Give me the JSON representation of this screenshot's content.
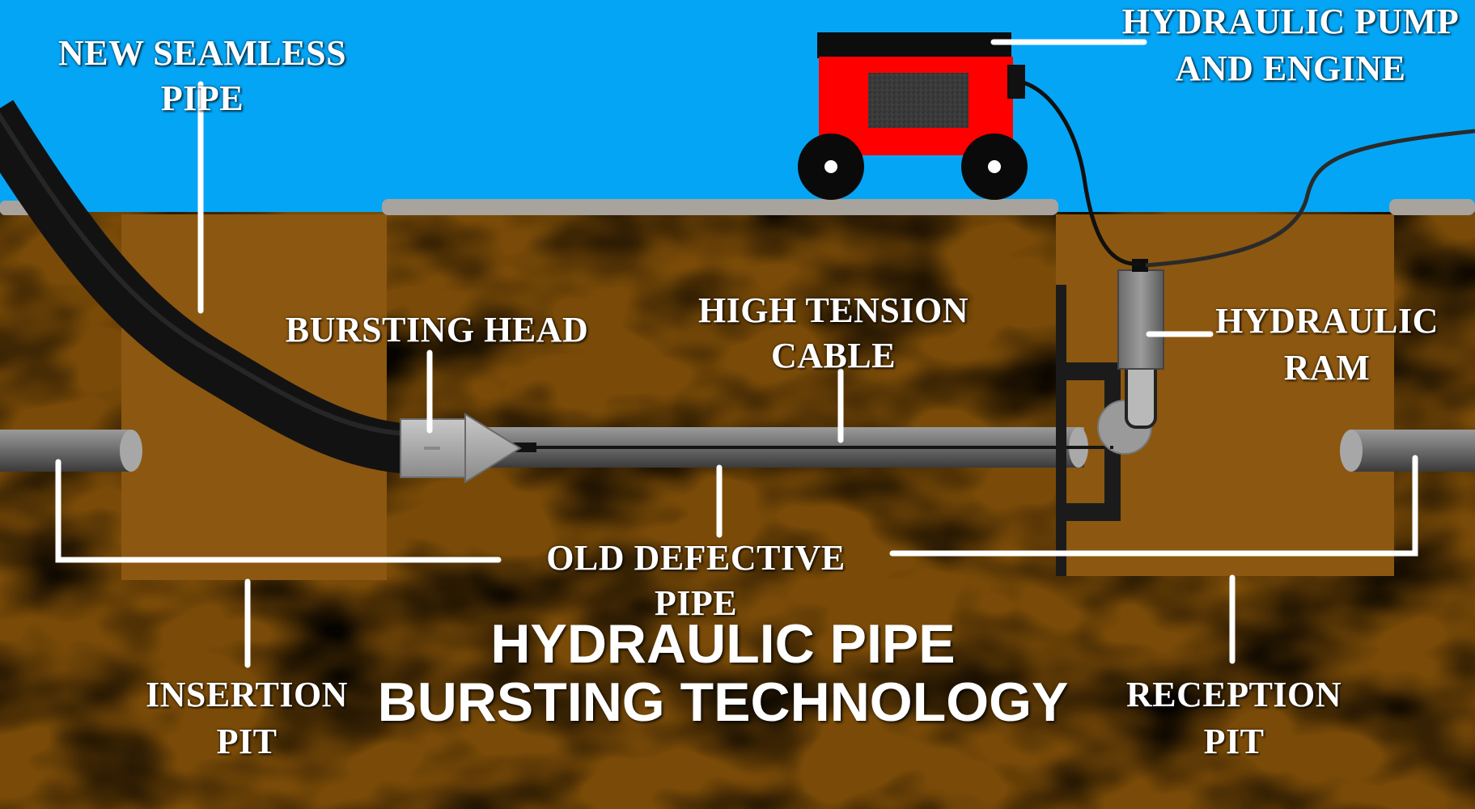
{
  "colors": {
    "sky": "#05A5F5",
    "soil": "#7A4B08",
    "pit": "#8C5710",
    "ground_edge": "#A8A39C",
    "pump_body": "#FF0000",
    "new_pipe": "#1A1A1A",
    "old_pipe": "#6E6E6E"
  },
  "icons": {
    "pump": "hydraulic-pump-cart-icon",
    "ram": "hydraulic-ram-icon",
    "head": "bursting-head-icon"
  },
  "labels": {
    "new_pipe": "NEW SEAMLESS PIPE",
    "pump": "HYDRAULIC PUMP\nAND ENGINE",
    "bursting_head": "BURSTING HEAD",
    "cable": "HIGH TENSION\nCABLE",
    "ram": "HYDRAULIC\nRAM",
    "old_pipe": "OLD DEFECTIVE PIPE",
    "insertion_pit": "INSERTION\nPIT",
    "reception_pit": "RECEPTION\nPIT"
  },
  "title": "HYDRAULIC PIPE\nBURSTING TECHNOLOGY"
}
